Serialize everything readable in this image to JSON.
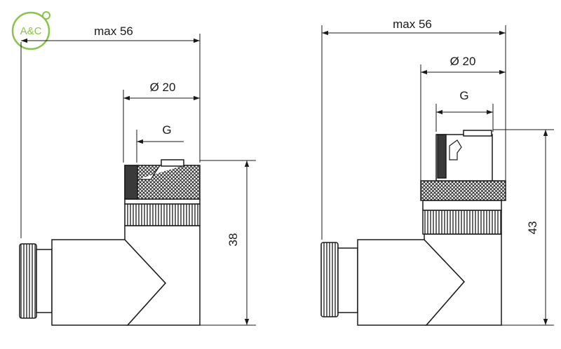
{
  "logo": {
    "text": "A&C",
    "color": "#8bc34a"
  },
  "left_drawing": {
    "dim_overall_width": "max 56",
    "dim_diameter": "Ø 20",
    "dim_thread": "G",
    "dim_height": "38"
  },
  "right_drawing": {
    "dim_overall_width": "max 56",
    "dim_diameter": "Ø 20",
    "dim_thread": "G",
    "dim_height": "43"
  },
  "colors": {
    "line": "#1a1a1a",
    "body_fill": "#ffffff"
  }
}
